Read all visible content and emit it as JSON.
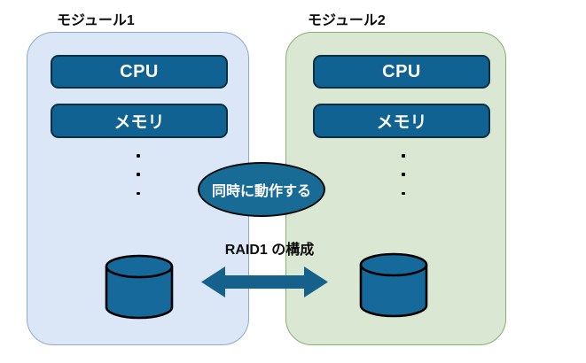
{
  "diagram": {
    "modules": [
      {
        "title": "モジュール1",
        "fill": "#dbe6f6",
        "border": "#8fa8ce",
        "components": {
          "cpu": "CPU",
          "memory": "メモリ"
        },
        "ellipsis_dots": 3,
        "disk_icon": "database-cylinder"
      },
      {
        "title": "モジュール2",
        "fill": "#d9e7d3",
        "border": "#83b16f",
        "components": {
          "cpu": "CPU",
          "memory": "メモリ"
        },
        "ellipsis_dots": 3,
        "disk_icon": "database-cylinder"
      }
    ],
    "callout": {
      "label": "同時に動作する",
      "fill": "#176b94"
    },
    "raid_label": "RAID1 の構成",
    "arrow": {
      "type": "bidirectional",
      "color": "#15618c"
    },
    "colors": {
      "component_fill": "#0f6292",
      "component_border": "#0c2f42",
      "cylinder_fill": "#166a9b",
      "text_on_dark": "#ffffff",
      "text": "#0d0d0d",
      "background": "#ffffff"
    }
  }
}
